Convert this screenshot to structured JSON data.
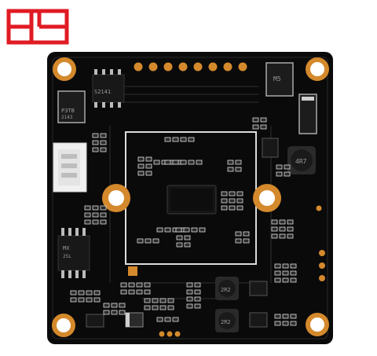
{
  "logo": {
    "text": "HS",
    "color": "#e01b24"
  },
  "board": {
    "color": "#0a0a0a",
    "pad_color": "#d4892c",
    "silkscreen_color": "#e8e8e8"
  },
  "markings": {
    "ic_top": "S2141",
    "diode_left": "P3TB",
    "diode_left_sub": "2143",
    "diode_right": "M5",
    "inductor_right": "4R7",
    "inductor_bottom_1": "2R2",
    "inductor_bottom_2": "2R2",
    "flash_ic": "MX",
    "flash_ic_sub": "25L"
  }
}
